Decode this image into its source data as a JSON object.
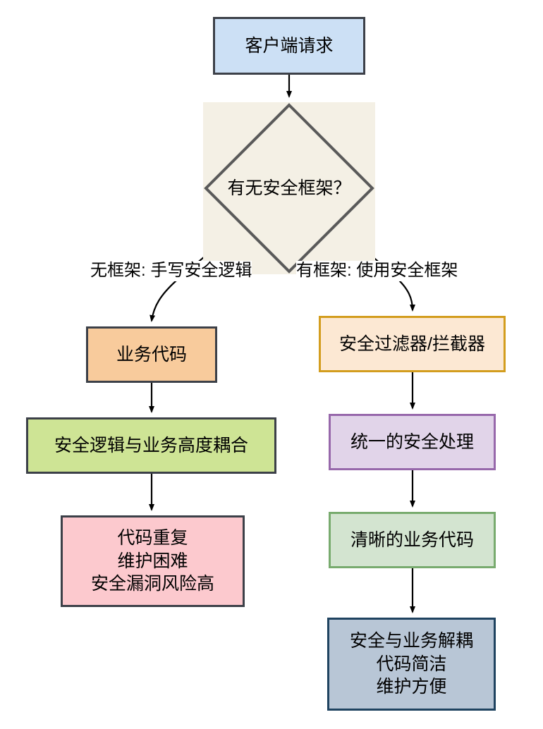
{
  "diagram": {
    "type": "flowchart",
    "direction": "top-down",
    "title": "",
    "nodes": [
      {
        "id": "client",
        "label": "客户端请求",
        "shape": "rectangle",
        "fill": "#cce0f5",
        "stroke": "#3c4048"
      },
      {
        "id": "decision",
        "label": "有无安全框架？",
        "shape": "diamond",
        "fill": "#f4f0e5",
        "stroke": "#5a5a5a"
      },
      {
        "id": "biz_code",
        "label": "业务代码",
        "shape": "rectangle",
        "fill": "#f8cb9c",
        "stroke": "#3c4048"
      },
      {
        "id": "coupling",
        "label": "安全逻辑与业务高度耦合",
        "shape": "rectangle",
        "fill": "#cee495",
        "stroke": "#3c4048"
      },
      {
        "id": "problems",
        "label": "代码重复\n维护困难\n安全漏洞风险高",
        "shape": "rectangle",
        "fill": "#fcc9ce",
        "stroke": "#3c4048"
      },
      {
        "id": "filter",
        "label": "安全过滤器/拦截器",
        "shape": "rectangle",
        "fill": "#fce8d3",
        "stroke": "#d39d1e"
      },
      {
        "id": "unified",
        "label": "统一的安全处理",
        "shape": "rectangle",
        "fill": "#e1d4e9",
        "stroke": "#9768ab"
      },
      {
        "id": "clean_code",
        "label": "清晰的业务代码",
        "shape": "rectangle",
        "fill": "#d3e4d0",
        "stroke": "#78ab6e"
      },
      {
        "id": "benefits",
        "label": "安全与业务解耦\n代码简洁\n维护方便",
        "shape": "rectangle",
        "fill": "#b8c6d6",
        "stroke": "#1f4360"
      }
    ],
    "edges": [
      {
        "from": "client",
        "to": "decision",
        "label": ""
      },
      {
        "from": "decision",
        "to": "biz_code",
        "label": "无框架: 手写安全逻辑"
      },
      {
        "from": "decision",
        "to": "filter",
        "label": "有框架: 使用安全框架"
      },
      {
        "from": "biz_code",
        "to": "coupling",
        "label": ""
      },
      {
        "from": "coupling",
        "to": "problems",
        "label": ""
      },
      {
        "from": "filter",
        "to": "unified",
        "label": ""
      },
      {
        "from": "unified",
        "to": "clean_code",
        "label": ""
      },
      {
        "from": "clean_code",
        "to": "benefits",
        "label": ""
      }
    ],
    "edge_labels": {
      "no_framework": "无框架: 手写安全逻辑",
      "has_framework": "有框架: 使用安全框架"
    },
    "colors": {
      "background": "#ffffff",
      "arrow": "#000000",
      "text": "#000000"
    }
  }
}
